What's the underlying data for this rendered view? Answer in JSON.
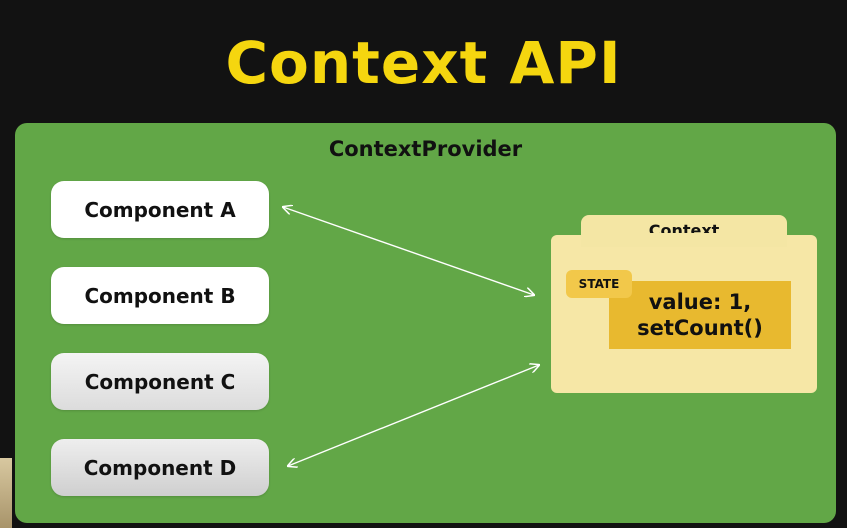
{
  "title": "Context API",
  "provider": {
    "label": "ContextProvider"
  },
  "components": [
    {
      "label": "Component A"
    },
    {
      "label": "Component B"
    },
    {
      "label": "Component C"
    },
    {
      "label": "Component D"
    }
  ],
  "context": {
    "label": "Context",
    "state_badge": "STATE",
    "value_line1": "value: 1,",
    "value_line2": "setCount()"
  },
  "colors": {
    "background": "#121212",
    "title": "#f5d60f",
    "provider": "#62a747",
    "folder": "#f6e7a6",
    "state_box": "#e8b92f",
    "state_badge": "#f2c84a",
    "arrow": "#ffffff"
  }
}
